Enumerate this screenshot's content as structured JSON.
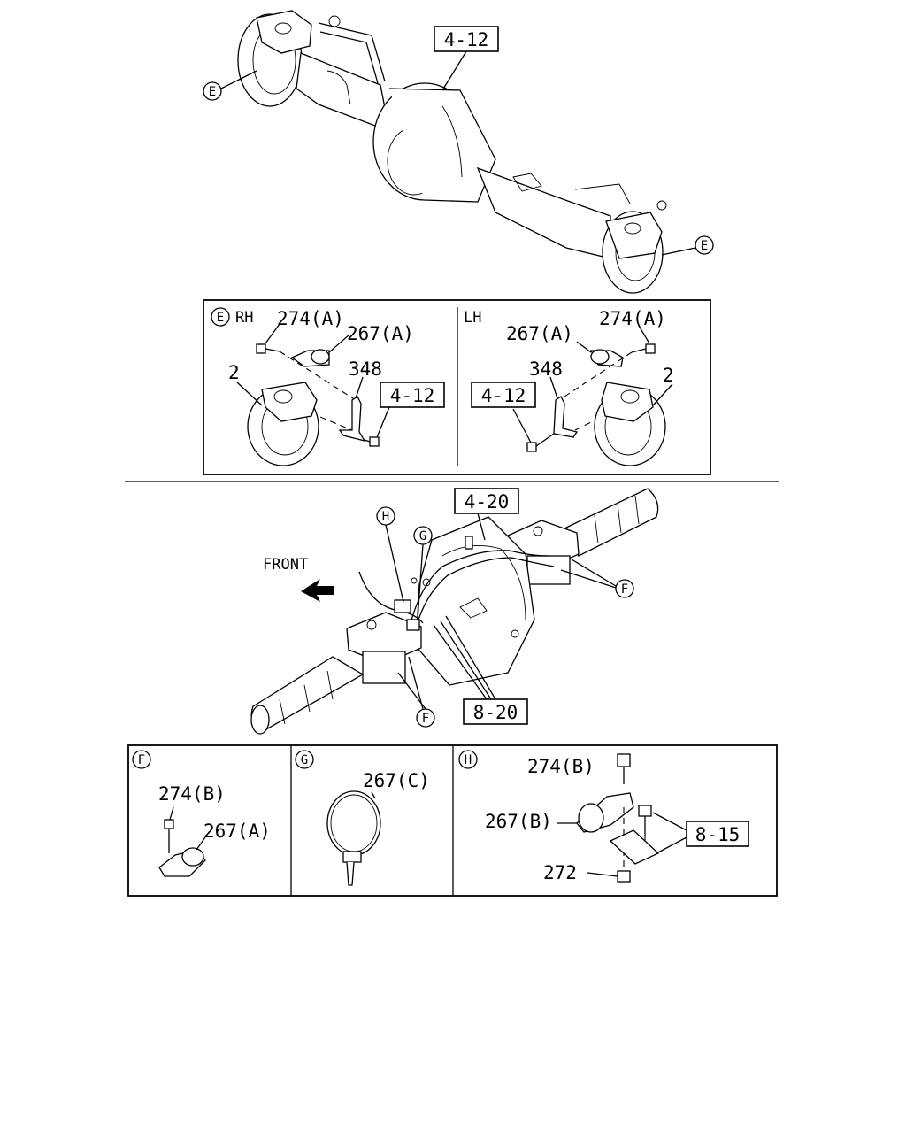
{
  "top": {
    "ref_axle": "4-12",
    "callout_e_left": "E",
    "callout_e_right": "E"
  },
  "detail_e": {
    "rh": {
      "circle": "E",
      "side": "RH",
      "bolt": "274(A)",
      "clip": "267(A)",
      "bracket": "348",
      "housing": "2",
      "ref": "4-12"
    },
    "lh": {
      "side": "LH",
      "bolt": "274(A)",
      "clip": "267(A)",
      "bracket": "348",
      "housing": "2",
      "ref": "4-12"
    }
  },
  "lower": {
    "front_label": "FRONT",
    "ref_top": "4-20",
    "ref_bottom": "8-20",
    "callout_h": "H",
    "callout_g": "G",
    "callout_f_right": "F",
    "callout_f_bottom": "F"
  },
  "detail_f": {
    "circle": "F",
    "bolt": "274(B)",
    "clip": "267(A)"
  },
  "detail_g": {
    "circle": "G",
    "band": "267(C)"
  },
  "detail_h": {
    "circle": "H",
    "bolt": "274(B)",
    "clip": "267(B)",
    "ref": "8-15",
    "nut": "272"
  }
}
